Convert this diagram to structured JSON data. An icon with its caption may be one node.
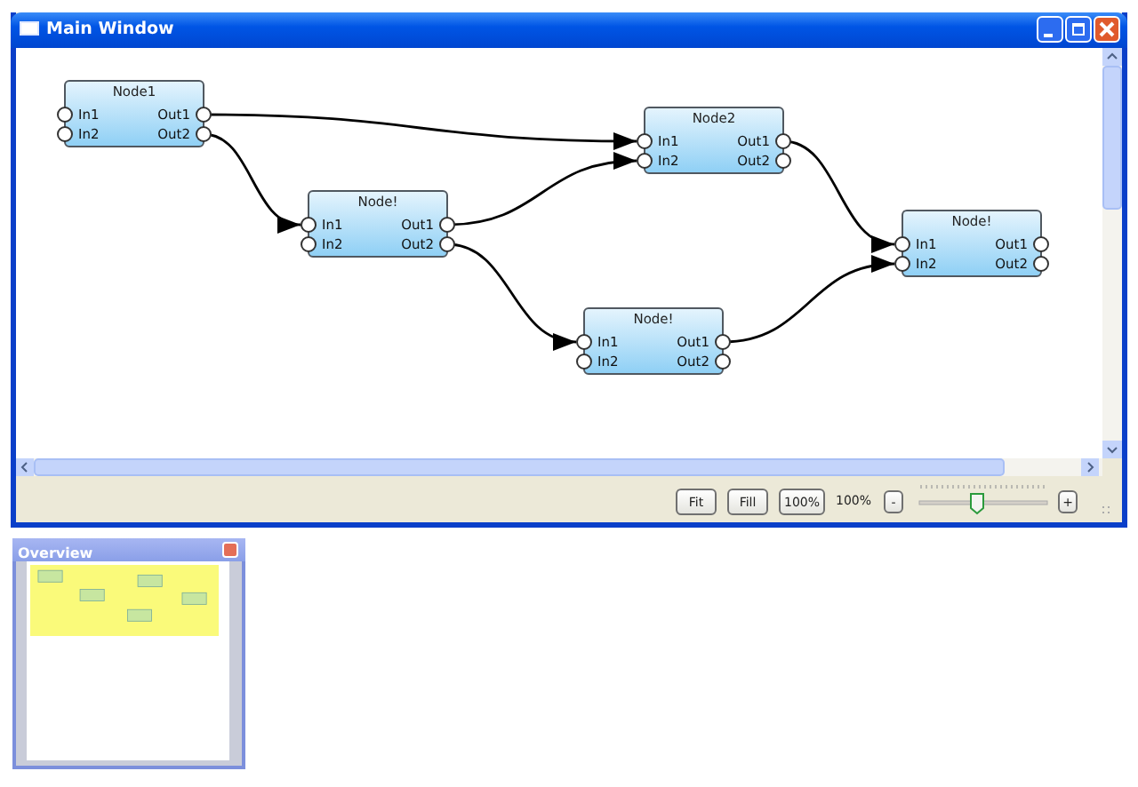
{
  "diagram": {
    "nodes": [
      {
        "text": [
          "Node1"
        ]
      },
      {
        "text": [
          "In1"
        ],
        "in": 0
      },
      {
        "text": [
          "In2"
        ],
        "in": 0
      },
      {
        "text": [
          "Out1"
        ],
        "in": 0
      },
      {
        "text": [
          "Out2"
        ],
        "in": 0
      },
      {
        "text": [
          "Node2"
        ]
      },
      {
        "text": [
          "In1"
        ],
        "in": 5
      },
      {
        "text": [
          "In2"
        ],
        "in": 5
      },
      {
        "text": [
          "Out1"
        ],
        "in": 5
      },
      {
        "text": [
          "Out2"
        ],
        "in": 5
      },
      {
        "text": [
          "Node!"
        ]
      },
      {
        "text": [
          "In1"
        ],
        "in": 10
      },
      {
        "text": [
          "In2"
        ],
        "in": 10
      },
      {
        "text": [
          "Out1"
        ],
        "in": 10
      },
      {
        "text": [
          "Out2"
        ],
        "in": 10
      },
      {
        "text": [
          "Node!"
        ]
      },
      {
        "text": [
          "In1"
        ],
        "in": 15
      },
      {
        "text": [
          "In2"
        ],
        "in": 15
      },
      {
        "text": [
          "Out1"
        ],
        "in": 15
      },
      {
        "text": [
          "Out2"
        ],
        "in": 15
      },
      {
        "text": [
          "Node!"
        ]
      },
      {
        "text": [
          "In1"
        ],
        "in": 20
      },
      {
        "text": [
          "In2"
        ],
        "in": 20
      },
      {
        "text": [
          "Out1"
        ],
        "in": 20
      },
      {
        "text": [
          "Out2"
        ],
        "in": 20
      }
    ],
    "edges": [
      {
        "from": 3,
        "to": 6,
        "arrow": "to"
      },
      {
        "from": 4,
        "to": 11,
        "arrow": "to"
      },
      {
        "from": 13,
        "to": 7,
        "arrow": "to"
      },
      {
        "from": 14,
        "to": 21,
        "arrow": "to"
      },
      {
        "from": 8,
        "to": 16,
        "arrow": "to"
      },
      {
        "from": 23,
        "to": 17,
        "arrow": "to"
      }
    ],
    "labels": [
      "Main Window",
      "Fit",
      "Fill",
      "100%",
      "100%",
      "-",
      "+",
      "Overview"
    ]
  }
}
